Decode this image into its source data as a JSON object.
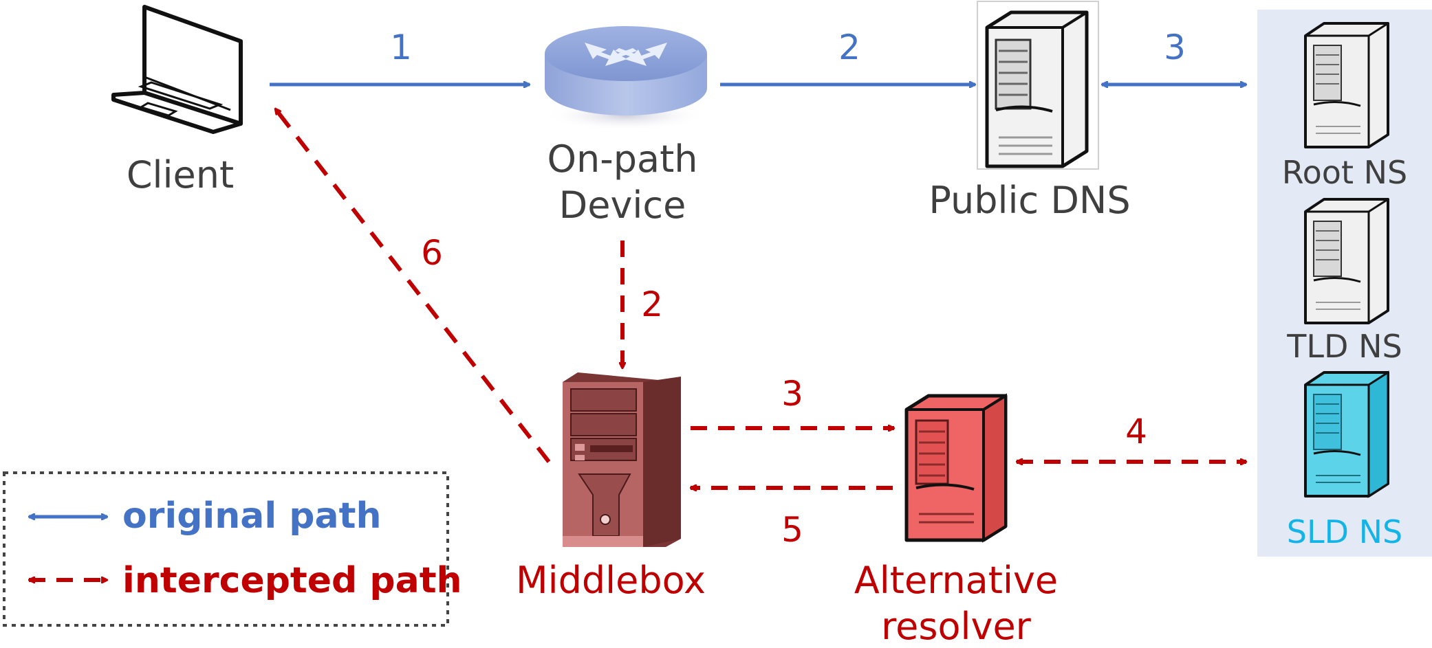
{
  "nodes": {
    "client": "Client",
    "onpath_line1": "On-path",
    "onpath_line2": "Device",
    "public_dns": "Public DNS",
    "root_ns": "Root NS",
    "tld_ns": "TLD NS",
    "sld_ns": "SLD NS",
    "middlebox": "Middlebox",
    "alt_line1": "Alternative",
    "alt_line2": "resolver"
  },
  "edges": {
    "original": [
      "1",
      "2",
      "3"
    ],
    "intercepted": [
      "2",
      "3",
      "4",
      "5",
      "6"
    ]
  },
  "legend": {
    "original": "original path",
    "intercepted": "intercepted path"
  },
  "colors": {
    "original": "#4472c4",
    "intercepted": "#c00000",
    "text": "#3f3f3f",
    "sld": "#14b4e6",
    "ns_panel": "#e3eaf6"
  },
  "icons": {
    "client": "laptop-icon",
    "onpath": "router-icon",
    "public_dns": "server-icon",
    "middlebox": "desktop-tower-icon",
    "alt_resolver": "server-icon"
  }
}
